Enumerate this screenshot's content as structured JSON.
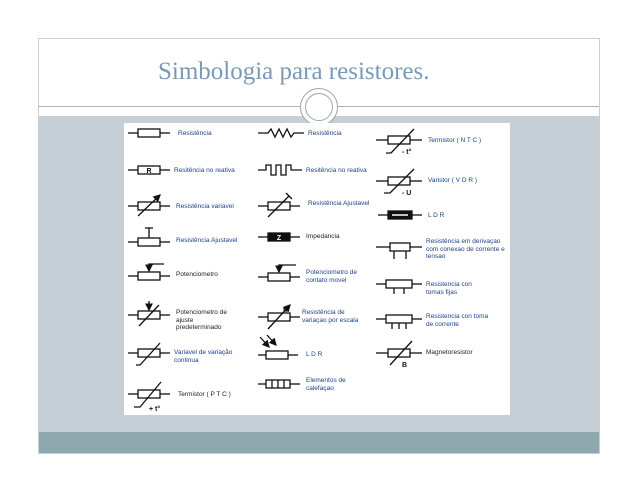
{
  "slide": {
    "title": "Simbologia para resistores."
  },
  "colors": {
    "title": "#7a99b6",
    "band": "#c6cfd6",
    "footer": "#8da9ad",
    "label": "#1d3f8a"
  },
  "symbols": {
    "c1": {
      "r1": {
        "label": "Resistência"
      },
      "r2": {
        "label": "Resitência no reativa",
        "code": "R"
      },
      "r3": {
        "label": "Resistência variavel"
      },
      "r4": {
        "label": "Resistência Ajustavel"
      },
      "r5": {
        "label": "Potenciometro"
      },
      "r6": {
        "label": "Potenciometro de ajuste predeterminado"
      },
      "r7": {
        "label": "Variavel de variação continua"
      },
      "r8": {
        "label": "Termistor ( P T C )",
        "mark": "+ t°"
      }
    },
    "c2": {
      "r1": {
        "label": "Resistência"
      },
      "r2": {
        "label": "Resitência no reativa"
      },
      "r3": {
        "label": "Resistência Ajustavel"
      },
      "r4": {
        "label": "Impedancia",
        "code": "Z"
      },
      "r5": {
        "label": "Potenciometro de contato movel"
      },
      "r6": {
        "label": "Resistência de variaçao por escala"
      },
      "r7": {
        "label": "L D R"
      },
      "r8": {
        "label": "Elementos de calefaçao"
      }
    },
    "c3": {
      "r1": {
        "label": "Termistor ( N T C )",
        "mark": "- t°"
      },
      "r2": {
        "label": "Varistor ( V D R )",
        "mark": "- U"
      },
      "r3": {
        "label": "L D R"
      },
      "r4": {
        "label": "Resistência em derivaçao com conexao de corrente e tensao"
      },
      "r5": {
        "label": "Resistencia con tomas fijas"
      },
      "r6": {
        "label": "Resistencia con toma de corrente"
      },
      "r7": {
        "label": "Magnetoresistor",
        "mark": "B"
      }
    }
  }
}
